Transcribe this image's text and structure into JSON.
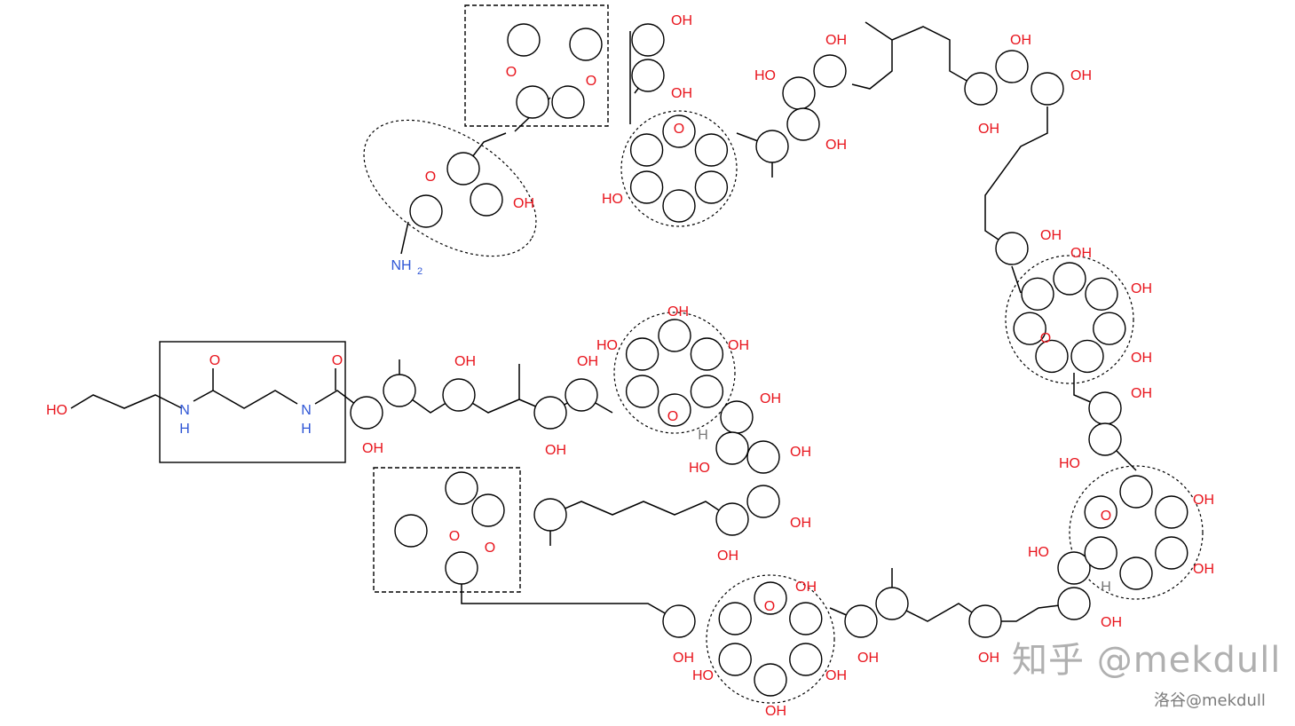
{
  "diagram": {
    "type": "chemical-structure",
    "atom_labels": {
      "oh": "OH",
      "ho": "HO",
      "o": "O",
      "n": "N",
      "h": "H",
      "nh2": "NH",
      "nh2_sub": "2"
    },
    "colors": {
      "oxygen": "#e8141c",
      "nitrogen": "#2f56d6",
      "hydrogen": "#777777",
      "bond": "#000000"
    }
  },
  "watermark": {
    "main": "知乎 @mekdull",
    "sub": "洛谷@mekdull"
  }
}
